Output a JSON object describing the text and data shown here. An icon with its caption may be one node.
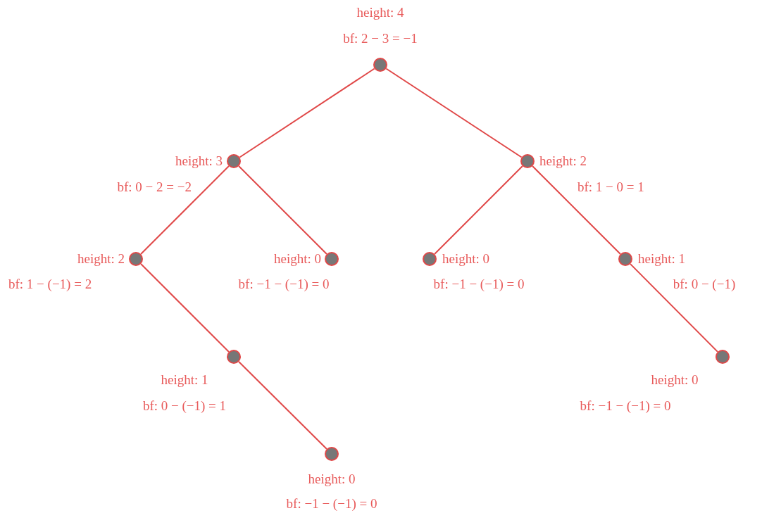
{
  "diagram": {
    "nodes": [
      {
        "text": [],
        "shape": "circle",
        "beside": [
          "height: 4",
          "bf: 2 − 3 = −1"
        ]
      },
      {
        "text": [],
        "shape": "circle",
        "beside": [
          "height: 3",
          "bf: 0 − 2 = −2"
        ]
      },
      {
        "text": [],
        "shape": "circle",
        "beside": [
          "height: 2",
          "bf: 1 − 0 = 1"
        ]
      },
      {
        "text": [],
        "shape": "circle",
        "beside": [
          "height: 2",
          "bf: 1 − (−1) = 2"
        ]
      },
      {
        "text": [],
        "shape": "circle",
        "beside": [
          "height: 0",
          "bf: −1 − (−1) = 0"
        ]
      },
      {
        "text": [],
        "shape": "circle",
        "beside": [
          "height: 0",
          "bf: −1 − (−1) = 0"
        ]
      },
      {
        "text": [],
        "shape": "circle",
        "beside": [
          "height: 1",
          "bf: 0 − (−1)"
        ]
      },
      {
        "text": [],
        "shape": "circle",
        "beside": [
          "height: 1",
          "bf: 0 − (−1) = 1"
        ]
      },
      {
        "text": [],
        "shape": "circle",
        "beside": [
          "height: 0",
          "bf: −1 − (−1) = 0"
        ]
      },
      {
        "text": [],
        "shape": "circle",
        "beside": [
          "height: 0",
          "bf: −1 − (−1) = 0"
        ]
      }
    ],
    "edges": [
      {
        "from": 0,
        "to": 1,
        "arrow": "none"
      },
      {
        "from": 0,
        "to": 2,
        "arrow": "none"
      },
      {
        "from": 1,
        "to": 3,
        "arrow": "none"
      },
      {
        "from": 1,
        "to": 4,
        "arrow": "none"
      },
      {
        "from": 2,
        "to": 5,
        "arrow": "none"
      },
      {
        "from": 2,
        "to": 6,
        "arrow": "none"
      },
      {
        "from": 3,
        "to": 7,
        "arrow": "none"
      },
      {
        "from": 7,
        "to": 9,
        "arrow": "none"
      },
      {
        "from": 6,
        "to": 8,
        "arrow": "none"
      }
    ]
  }
}
